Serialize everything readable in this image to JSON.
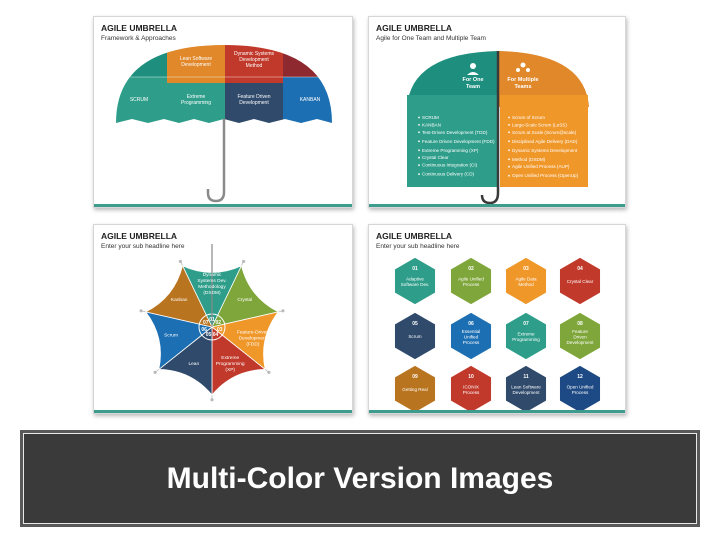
{
  "colors": {
    "green": "#2e9e8a",
    "orange": "#e0882a",
    "red": "#c1392b",
    "maroon": "#8e2a2f",
    "teal": "#1e8f7e",
    "purple": "#6a4c9c",
    "navy": "#2f4a6b",
    "blue": "#1d6fb3",
    "lime": "#7fa63a",
    "brown": "#b9741f"
  },
  "slide1": {
    "title": "AGILE UMBRELLA",
    "subtitle": "Framework & Approaches",
    "pieces": [
      "Lean Software Development",
      "Dynamic Systems Development Method",
      "SCRUM",
      "Extreme Programming",
      "Feature Driven Development",
      "KANBAN"
    ]
  },
  "slide2": {
    "title": "AGILE UMBRELLA",
    "subtitle": "Agile for One Team and Multiple Team",
    "left_header": [
      "For One",
      "Team"
    ],
    "right_header": [
      "For Multiple",
      "Teams"
    ],
    "left_items": [
      "SCRUM",
      "KANBAN",
      "Test-Driven Development (TDD)",
      "Feature Driven Development (FDD)",
      "Extreme Programming (XP)",
      "Crystal Clear",
      "Continuous Integration (CI)",
      "Continuous Delivery (CD)"
    ],
    "right_items": [
      "Scrum of Scrum",
      "Large-Scale Scrum (LeSS)",
      "Scrum at Scale (Scrum@scale)",
      "Disciplined Agile Delivery (DAD)",
      "Dynamic Systems Development",
      "Method (DSDM)",
      "Agile Unified Process (AUP)",
      "Open Unified Process (OpenUp)"
    ]
  },
  "slide3": {
    "title": "AGILE UMBRELLA",
    "subtitle": "Enter your sub headline here",
    "segments": [
      {
        "num": "01",
        "label": "Dynamic Systems Dev. Methodology (DSDM)"
      },
      {
        "num": "02",
        "label": "Crystal"
      },
      {
        "num": "03",
        "label": "Feature-Driven Development (FDD)"
      },
      {
        "num": "04",
        "label": "Extreme Programming (XP)"
      },
      {
        "num": "05",
        "label": "Lean"
      },
      {
        "num": "06",
        "label": "Scrum"
      },
      {
        "num": "07",
        "label": "Kanban"
      }
    ]
  },
  "slide4": {
    "title": "AGILE UMBRELLA",
    "subtitle": "Enter your sub headline here",
    "items": [
      {
        "num": "01",
        "label": "Adaptive Software Dev."
      },
      {
        "num": "02",
        "label": "Agile Unified Process"
      },
      {
        "num": "03",
        "label": "Agile Data Method"
      },
      {
        "num": "04",
        "label": "Crystal Clear"
      },
      {
        "num": "05",
        "label": "Scrum"
      },
      {
        "num": "06",
        "label": "Essential Unified Process"
      },
      {
        "num": "07",
        "label": "Extreme Programming"
      },
      {
        "num": "08",
        "label": "Feature Driven Development"
      },
      {
        "num": "09",
        "label": "Getting Real"
      },
      {
        "num": "10",
        "label": "ICONIX Process"
      },
      {
        "num": "11",
        "label": "Lean Software Development"
      },
      {
        "num": "12",
        "label": "Open Unified Process"
      }
    ]
  },
  "banner": "Multi-Color Version Images"
}
